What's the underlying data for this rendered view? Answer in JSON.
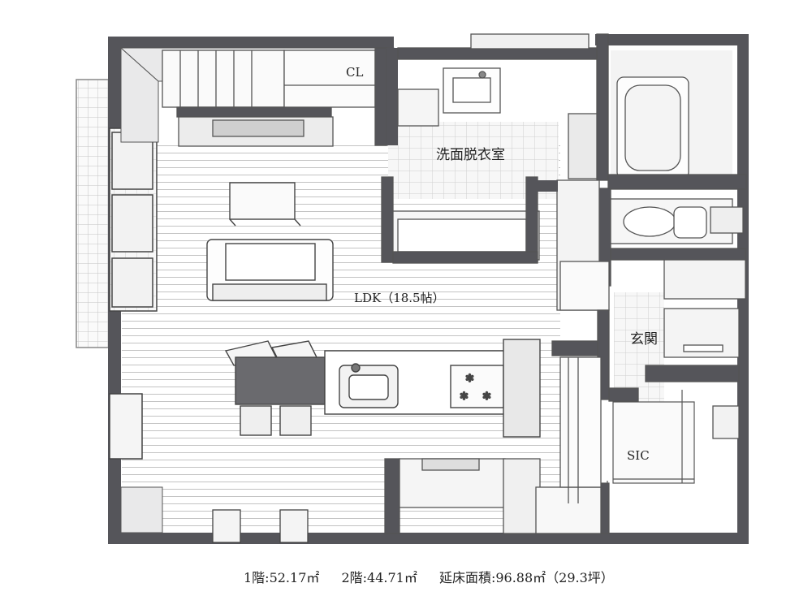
{
  "rooms": {
    "closet": "CL",
    "washroom": "洗面脱衣室",
    "ldk": "LDK（18.5帖）",
    "entrance": "玄関",
    "sic": "SIC"
  },
  "footer": {
    "floor1": "1階:52.17㎡",
    "floor2": "2階:44.71㎡",
    "total": "延床面積:96.88㎡（29.3坪）"
  },
  "colors": {
    "wall": "#5a5a5f",
    "wall_dark": "#4a4a4f",
    "floor_line": "#b5b5b5",
    "tile": "#c8c8c8",
    "fixture": "#ffffff"
  }
}
